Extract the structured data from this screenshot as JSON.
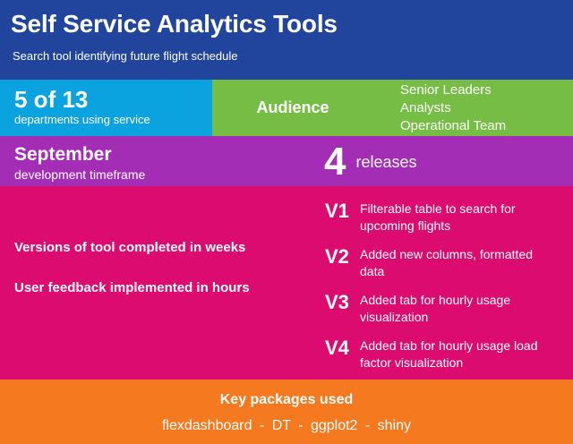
{
  "colors": {
    "header_bg": "#21449C",
    "departments_bg": "#0AA3E0",
    "audience_bg": "#76BD45",
    "timeframe_bg": "#A32DB5",
    "versions_bg": "#DB0B70",
    "footer_bg": "#F5791F",
    "text": "#FFFFFF"
  },
  "header": {
    "title": "Self Service Analytics Tools",
    "subtitle": "Search tool identifying future flight schedule"
  },
  "departments": {
    "value": "5 of 13",
    "label": "departments using service"
  },
  "audience": {
    "label": "Audience",
    "items": [
      "Senior Leaders",
      "Analysts",
      "Operational Team"
    ]
  },
  "timeframe": {
    "value": "September",
    "label": "development timeframe"
  },
  "releases": {
    "count": "4",
    "label": "releases"
  },
  "highlights": {
    "line1": "Versions of tool completed in weeks",
    "line2": "User feedback implemented in hours"
  },
  "versions": [
    {
      "label": "V1",
      "desc": "Filterable table to search for upcoming flights"
    },
    {
      "label": "V2",
      "desc": "Added new columns, formatted data"
    },
    {
      "label": "V3",
      "desc": "Added tab for hourly usage visualization"
    },
    {
      "label": "V4",
      "desc": "Added tab for hourly usage load factor visualization"
    }
  ],
  "footer": {
    "title": "Key packages used",
    "packages": "flexdashboard - DT - ggplot2 - shiny"
  }
}
